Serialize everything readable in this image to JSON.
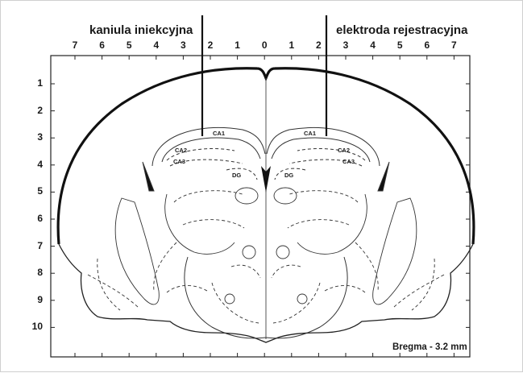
{
  "figure": {
    "left_label": "kaniula iniekcyjna",
    "right_label": "elektroda rejestracyjna",
    "bregma": "Bregma - 3.2 mm",
    "x_ticks": [
      "7",
      "6",
      "5",
      "4",
      "3",
      "2",
      "1",
      "0",
      "1",
      "2",
      "3",
      "4",
      "5",
      "6",
      "7"
    ],
    "y_ticks": [
      "1",
      "2",
      "3",
      "4",
      "5",
      "6",
      "7",
      "8",
      "9",
      "10"
    ],
    "regions_left": [
      "CA1",
      "CA2",
      "CA3",
      "DG"
    ],
    "regions_right": [
      "CA1",
      "CA2",
      "CA3",
      "DG"
    ]
  }
}
